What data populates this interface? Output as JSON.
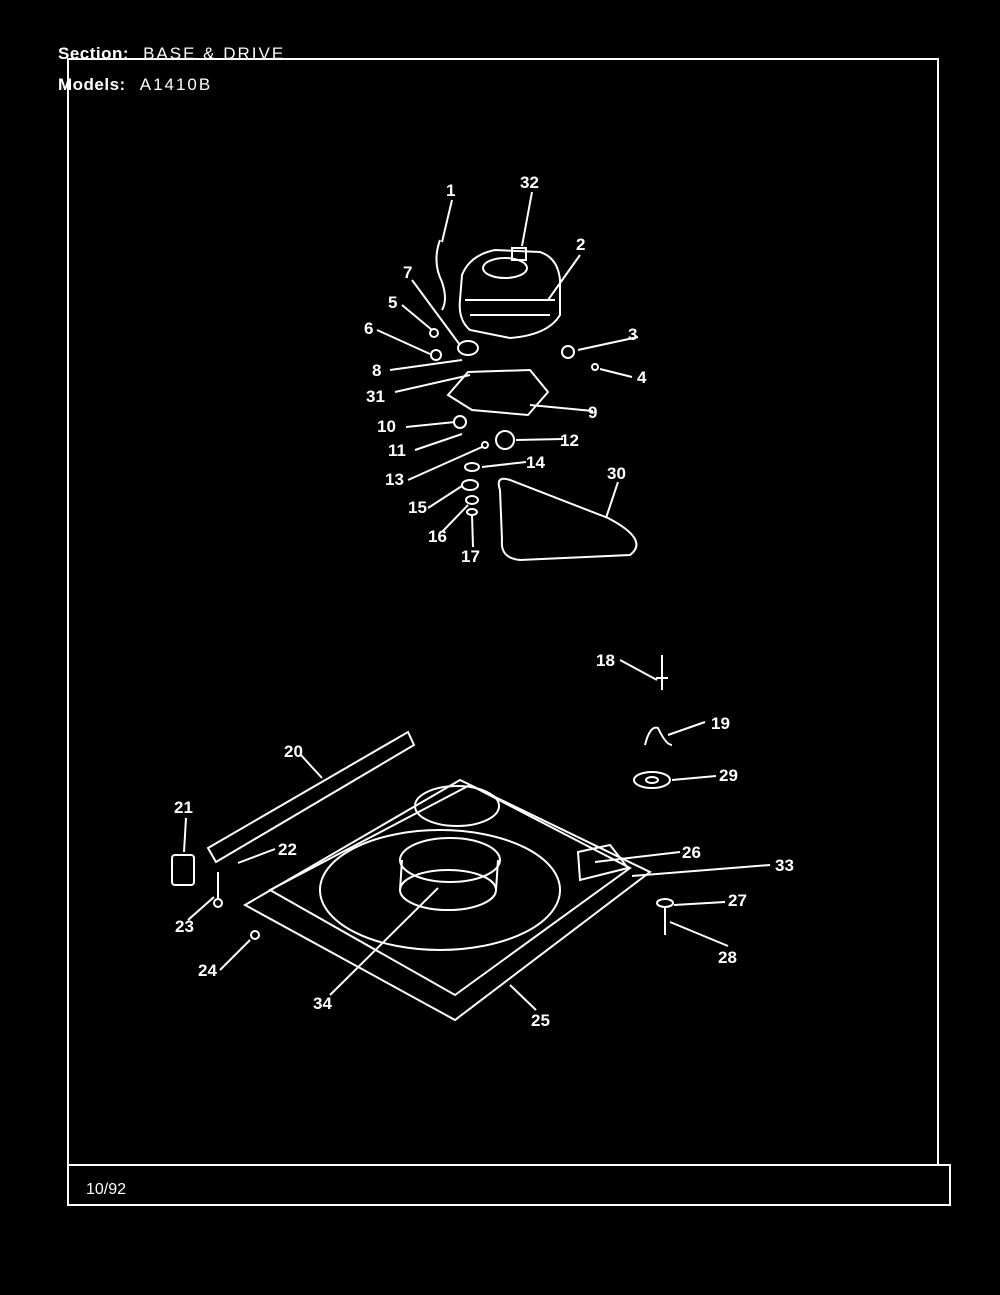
{
  "header": {
    "section_label": "Section:",
    "section_value": "BASE & DRIVE",
    "models_label": "Models:",
    "models_value": "A1410B"
  },
  "footer": {
    "date": "10/92"
  },
  "callouts": [
    "1",
    "2",
    "3",
    "4",
    "5",
    "6",
    "7",
    "8",
    "9",
    "10",
    "11",
    "12",
    "13",
    "14",
    "15",
    "16",
    "17",
    "18",
    "19",
    "20",
    "21",
    "22",
    "23",
    "24",
    "25",
    "26",
    "27",
    "28",
    "29",
    "30",
    "31",
    "32",
    "33",
    "34"
  ],
  "colors": {
    "background": "#000000",
    "foreground": "#ffffff"
  }
}
